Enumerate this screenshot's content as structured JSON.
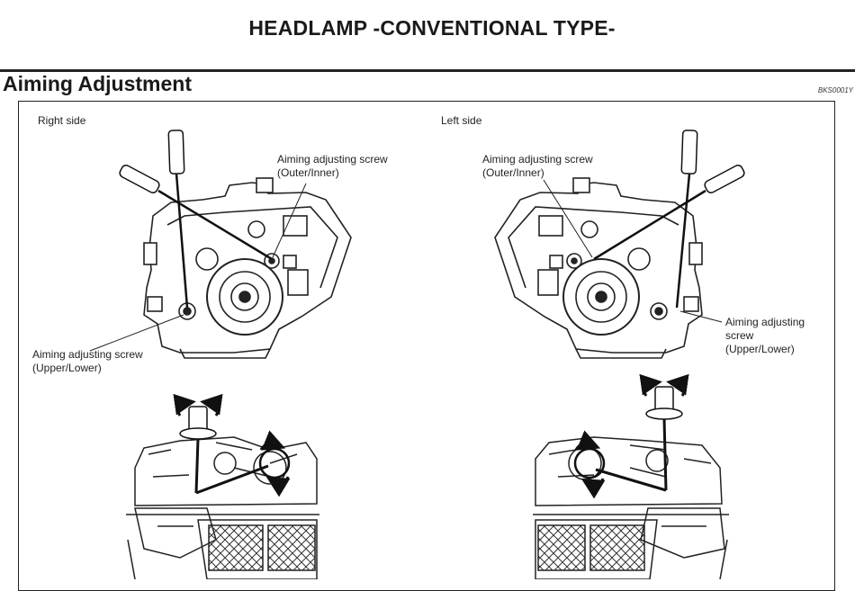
{
  "header": {
    "title": "HEADLAMP -CONVENTIONAL TYPE-",
    "section": "Aiming Adjustment",
    "code": "BKS0001Y"
  },
  "figure": {
    "right_side": {
      "title": "Right side",
      "outer_inner_label": [
        "Aiming adjusting screw",
        "(Outer/Inner)"
      ],
      "upper_lower_label": [
        "Aiming adjusting screw",
        "(Upper/Lower)"
      ]
    },
    "left_side": {
      "title": "Left side",
      "outer_inner_label": [
        "Aiming adjusting screw",
        "(Outer/Inner)"
      ],
      "upper_lower_label": [
        "Aiming adjusting",
        "screw",
        "(Upper/Lower)"
      ]
    }
  }
}
